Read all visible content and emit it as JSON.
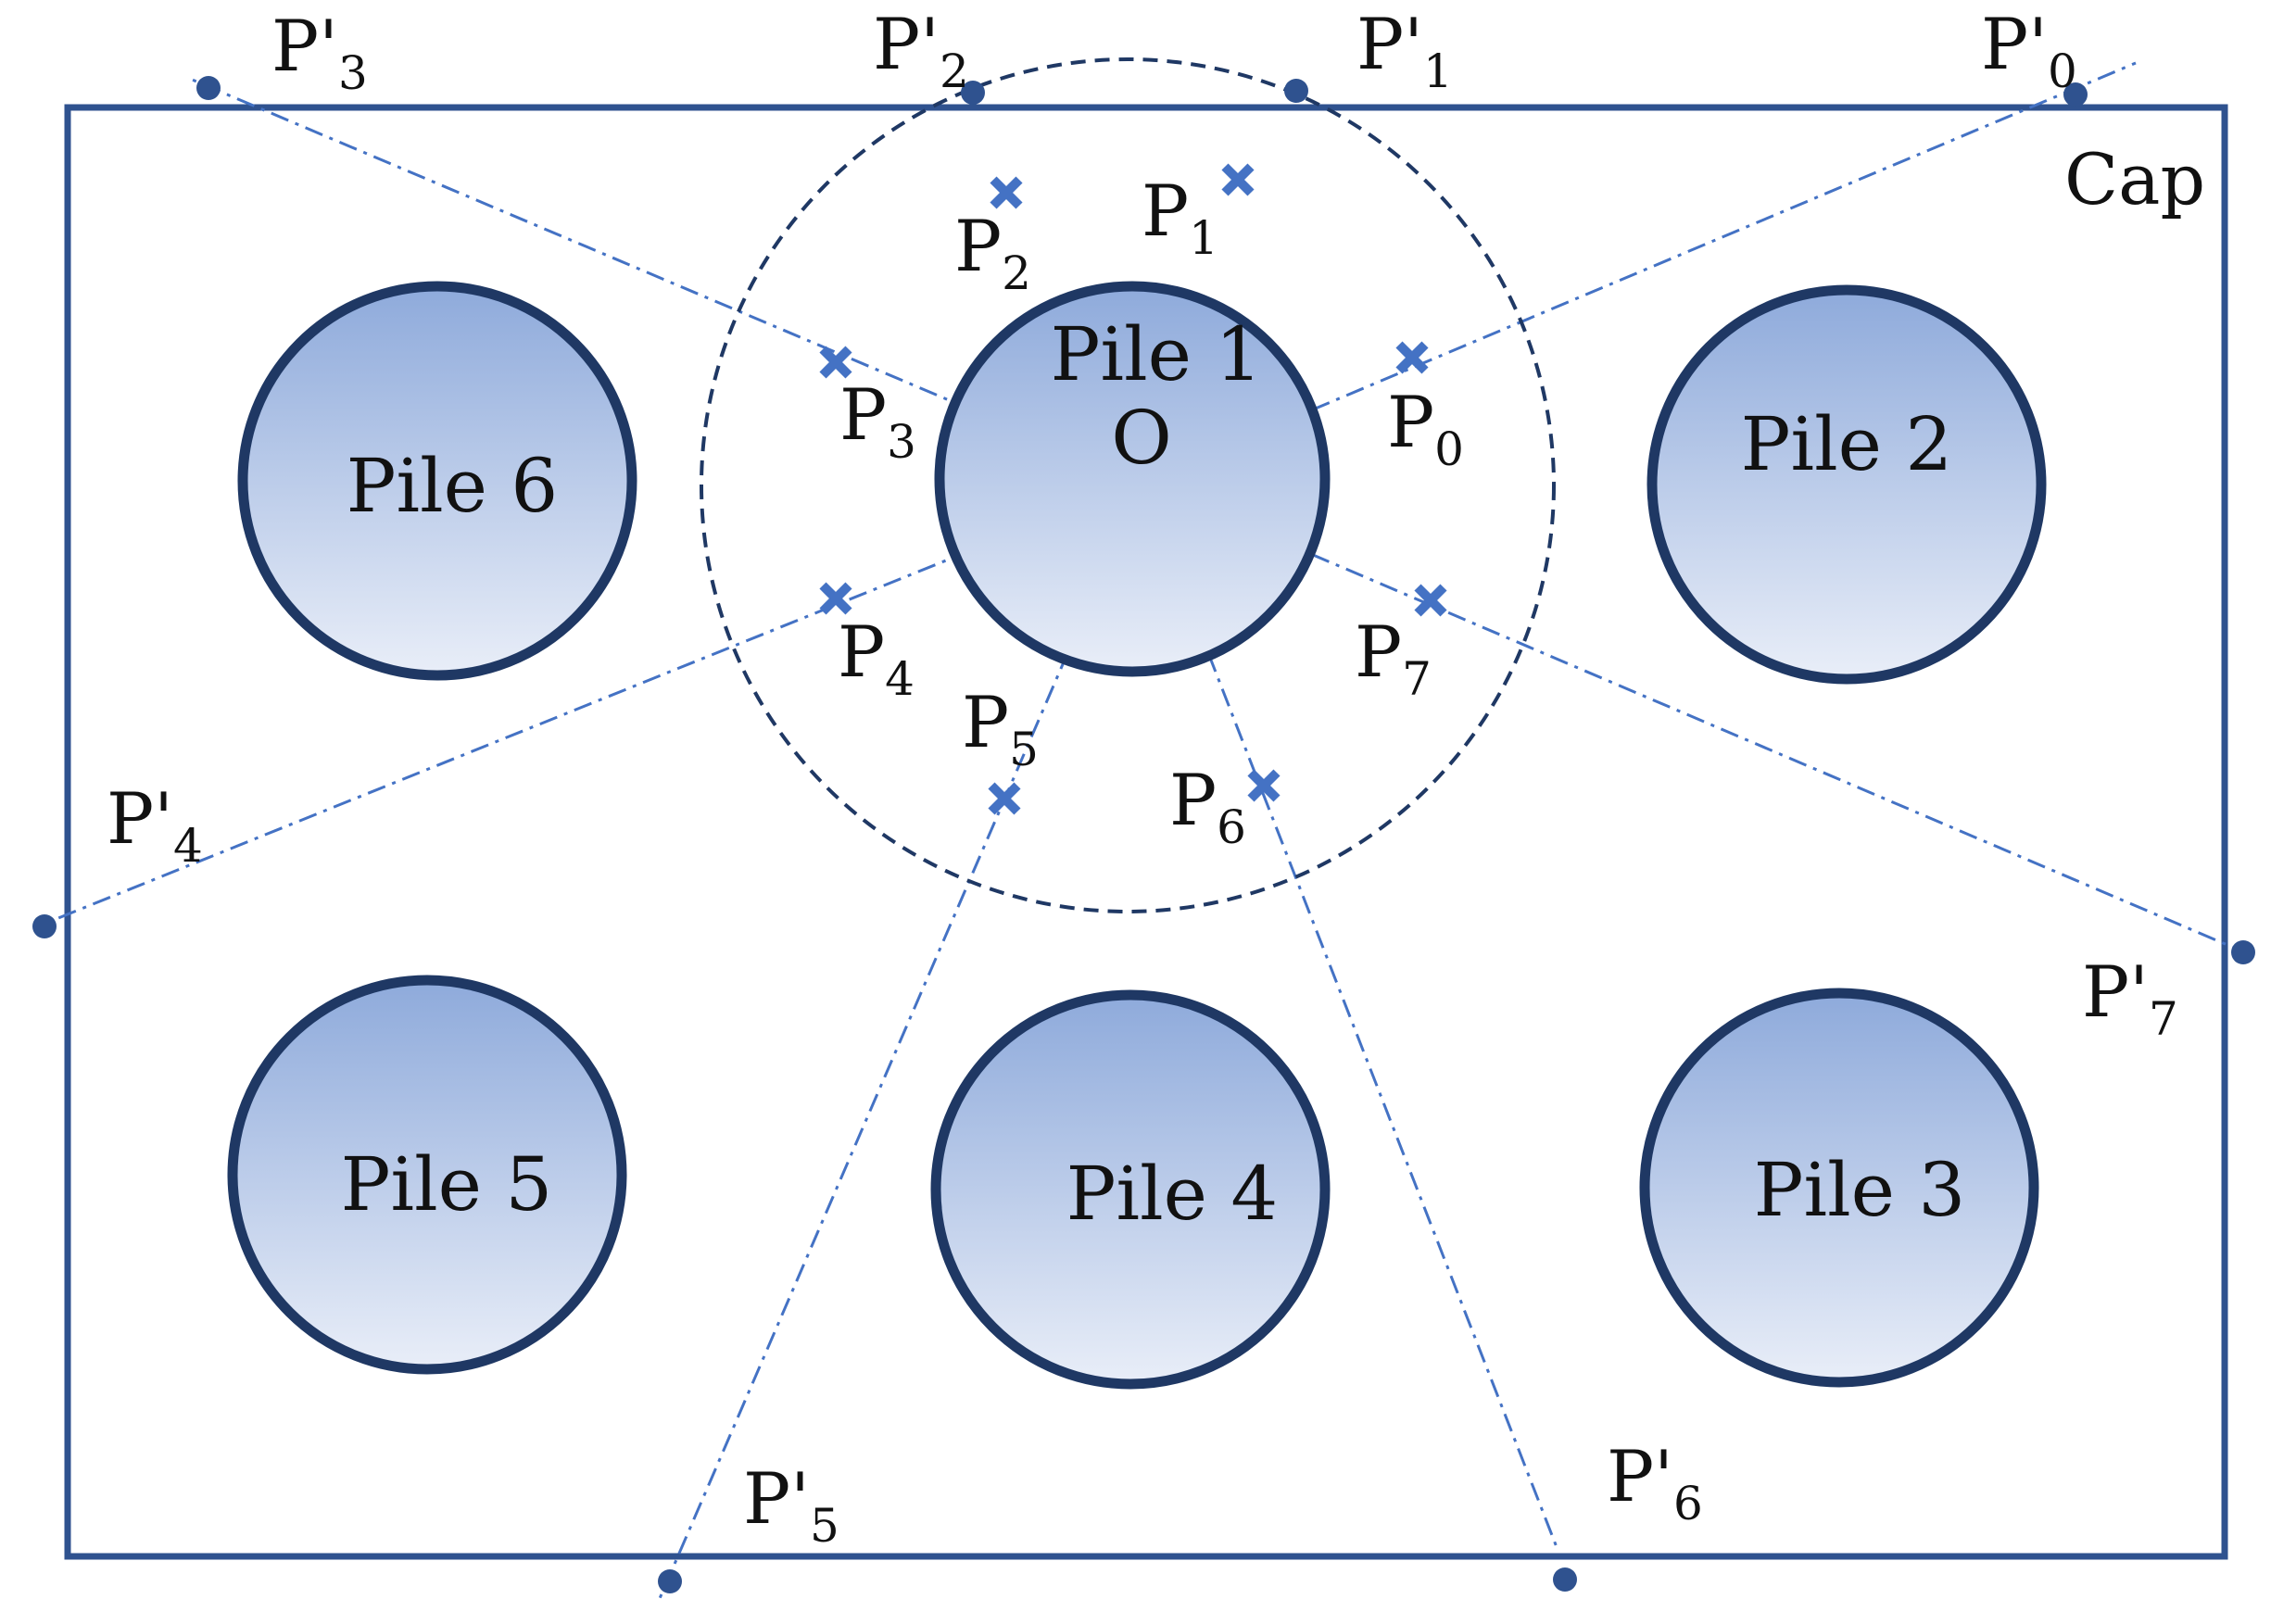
{
  "cap": {
    "label": "Cap"
  },
  "center": {
    "label": "O"
  },
  "piles": [
    {
      "label": "Pile 1"
    },
    {
      "label": "Pile 2"
    },
    {
      "label": "Pile 3"
    },
    {
      "label": "Pile 4"
    },
    {
      "label": "Pile 5"
    },
    {
      "label": "Pile 6"
    }
  ],
  "inner_points": [
    {
      "main": "P",
      "sub": "0"
    },
    {
      "main": "P",
      "sub": "1"
    },
    {
      "main": "P",
      "sub": "2"
    },
    {
      "main": "P",
      "sub": "3"
    },
    {
      "main": "P",
      "sub": "4"
    },
    {
      "main": "P",
      "sub": "5"
    },
    {
      "main": "P",
      "sub": "6"
    },
    {
      "main": "P",
      "sub": "7"
    }
  ],
  "outer_points": [
    {
      "main": "P'",
      "sub": "0"
    },
    {
      "main": "P'",
      "sub": "1"
    },
    {
      "main": "P'",
      "sub": "2"
    },
    {
      "main": "P'",
      "sub": "3"
    },
    {
      "main": "P'",
      "sub": "4"
    },
    {
      "main": "P'",
      "sub": "5"
    },
    {
      "main": "P'",
      "sub": "6"
    },
    {
      "main": "P'",
      "sub": "7"
    }
  ],
  "colors": {
    "cap_border": "#2f528f",
    "pile_border": "#1f3864",
    "pile_fill_top": "#8eaadb",
    "pile_fill_bottom": "#e9eef8",
    "dashed_circle": "#1f3864",
    "radial_lines": "#4472c4",
    "x_marker": "#4472c4",
    "dot_marker": "#2f528f"
  }
}
